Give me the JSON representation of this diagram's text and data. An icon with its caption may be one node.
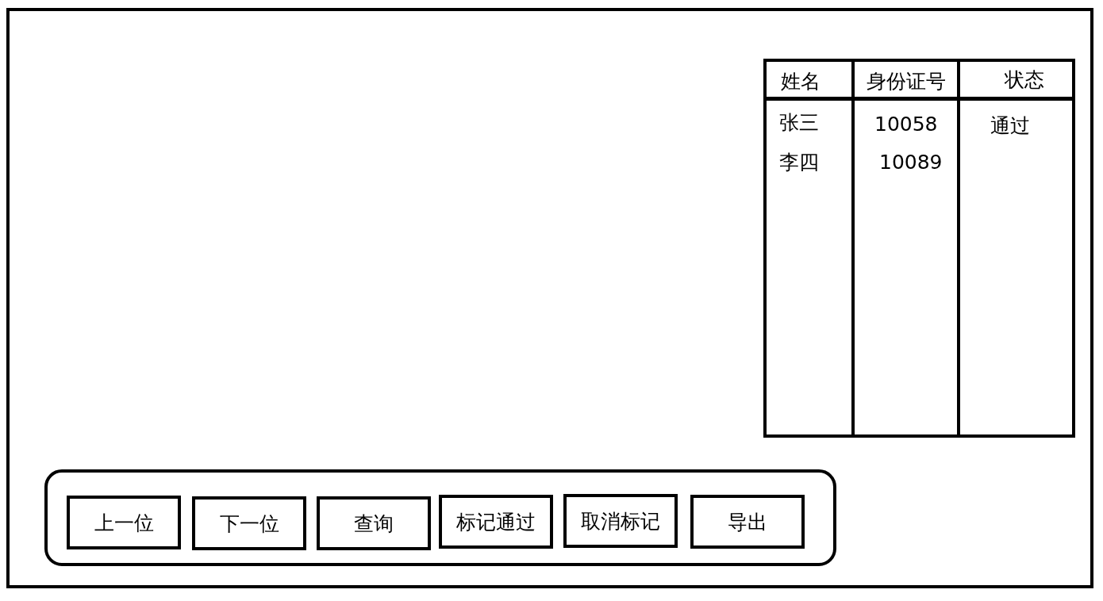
{
  "diagram": {
    "nodes": [
      {
        "text": [],
        "shape": "box"
      },
      {
        "text": [],
        "shape": "box",
        "in": 0
      },
      {
        "text": [
          "上一位"
        ],
        "in": 1
      },
      {
        "text": [
          "下一位"
        ],
        "in": 1
      },
      {
        "text": [
          "查询"
        ],
        "in": 1
      },
      {
        "text": [
          "标记通过"
        ],
        "in": 1
      },
      {
        "text": [
          "取消标记"
        ],
        "in": 1
      },
      {
        "text": [
          "导出"
        ],
        "in": 1
      }
    ],
    "labels": [
      "姓名",
      "身份证号",
      "状态",
      "张三",
      "10058",
      "通过",
      "李四",
      "10089"
    ]
  }
}
